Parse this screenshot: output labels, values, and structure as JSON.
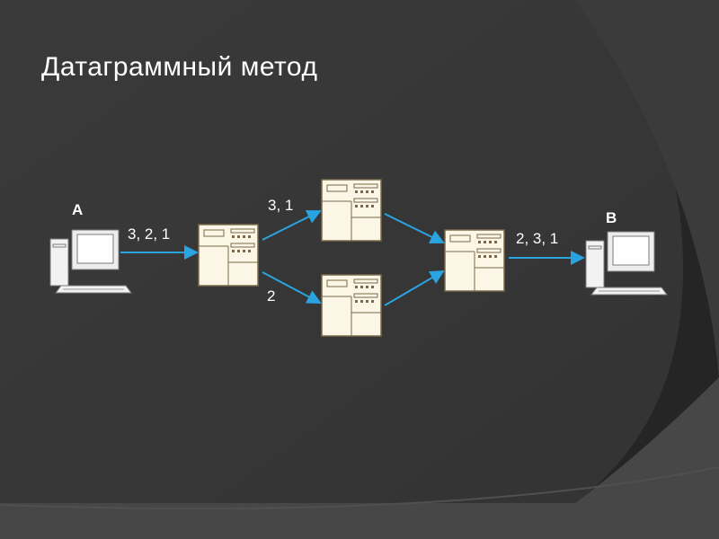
{
  "slide": {
    "title": "Датаграммный метод"
  },
  "nodes": {
    "host_a": {
      "label": "A"
    },
    "host_b": {
      "label": "B"
    }
  },
  "links": {
    "a_to_r1": "3, 2, 1",
    "r1_to_r2": "3, 1",
    "r1_to_r3": "2",
    "r4_to_b": "2, 3, 1"
  },
  "colors": {
    "background": "#2c2c2c",
    "arrow": "#2aa4e0",
    "router_fill": "#fbf6e6",
    "router_border": "#7a6a4a"
  }
}
